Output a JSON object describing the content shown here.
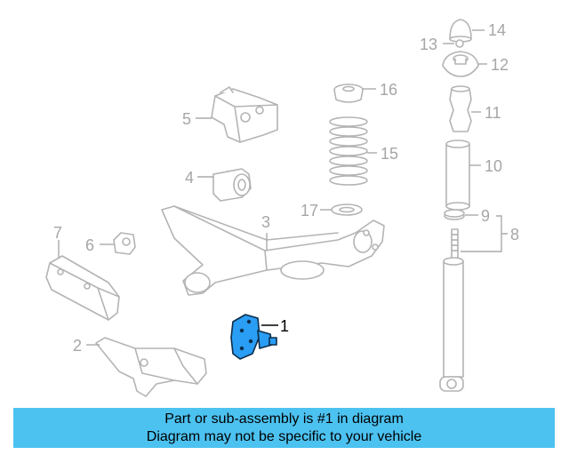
{
  "diagram": {
    "callouts": {
      "c1": "1",
      "c2": "2",
      "c3": "3",
      "c4": "4",
      "c5": "5",
      "c6": "6",
      "c7": "7",
      "c8": "8",
      "c9": "9",
      "c10": "10",
      "c11": "11",
      "c12": "12",
      "c13": "13",
      "c14": "14",
      "c15": "15",
      "c16": "16",
      "c17": "17"
    },
    "highlighted_part": "1",
    "colors": {
      "highlight": "#2a9df4",
      "line_art": "#b4b4b4",
      "banner": "#4cc2f1"
    }
  },
  "banner": {
    "line1": "Part or sub-assembly is #1 in diagram",
    "line2": "Diagram may not be specific to your vehicle"
  }
}
